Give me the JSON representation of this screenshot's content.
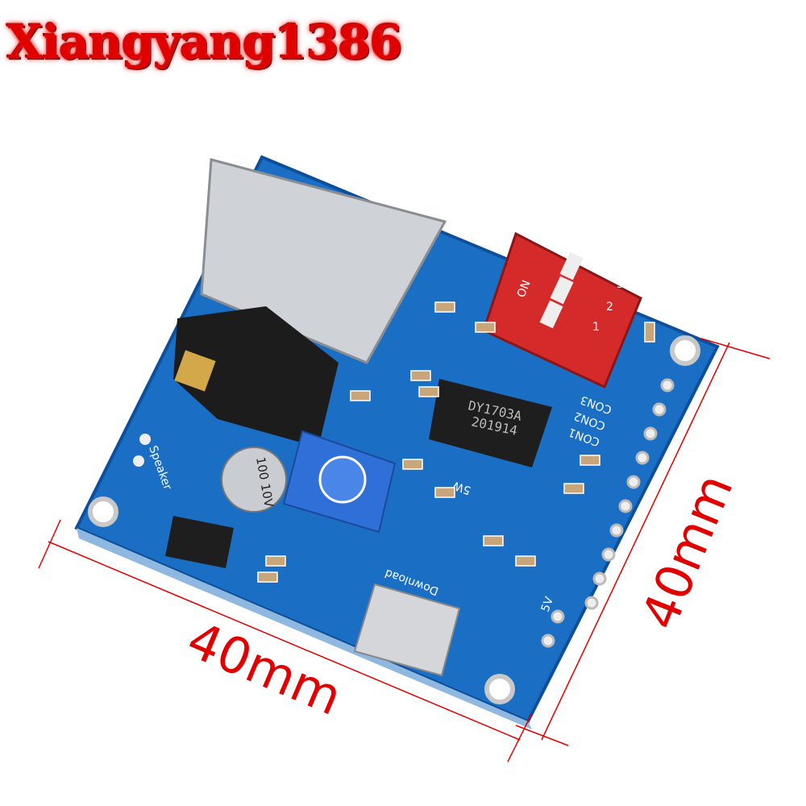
{
  "watermark": "Xiangyang1386",
  "dimensions": {
    "width_label": "40mm",
    "height_label": "40mm"
  },
  "board": {
    "chip_model": "DY1703A",
    "chip_date": "201914",
    "silkscreen": {
      "speaker": "Speaker",
      "power": "5V",
      "download": "Download",
      "dip_on": "ON",
      "dip_numbers": [
        "1",
        "2",
        "3"
      ],
      "con": [
        "CON1",
        "CON2",
        "CON3"
      ],
      "amp": "5W",
      "cap": "100 10V"
    }
  },
  "colors": {
    "pcb": "#1a6fc4",
    "dimension": "#e00000",
    "dip": "#d42a2a"
  }
}
